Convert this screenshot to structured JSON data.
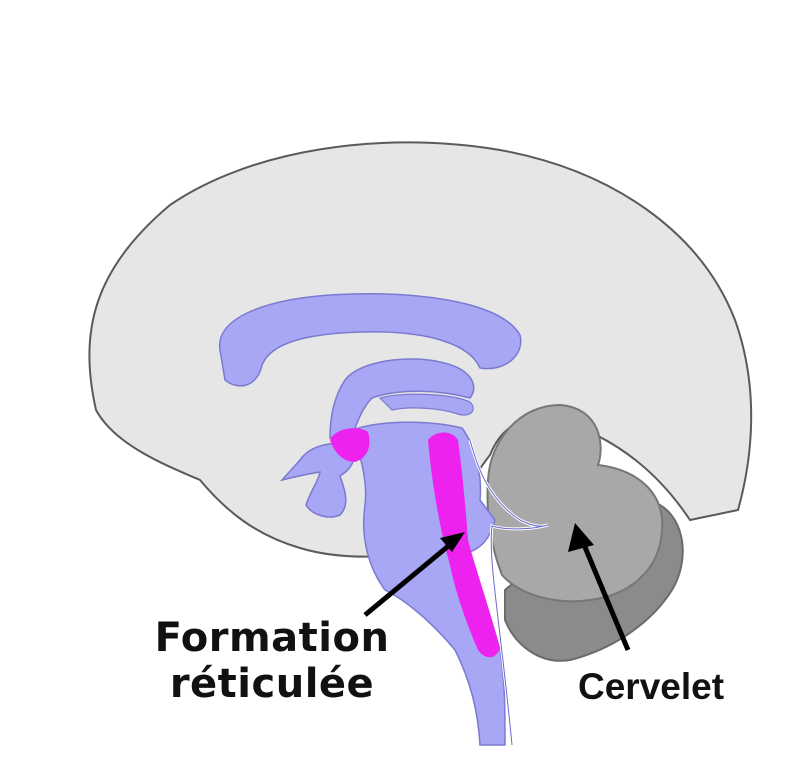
{
  "labels": {
    "formation_line1": "Formation",
    "formation_line2": "réticulée",
    "cervelet": "Cervelet"
  },
  "colors": {
    "cerebrum": "#e6e6e6",
    "outline": "#5a5a5a",
    "brainstem_ventricles": "#a7a7f5",
    "reticular_formation": "#ee22ee",
    "cerebellum_light": "#a8a8a8",
    "cerebellum_dark": "#8b8b8b",
    "arrow": "#000000"
  }
}
